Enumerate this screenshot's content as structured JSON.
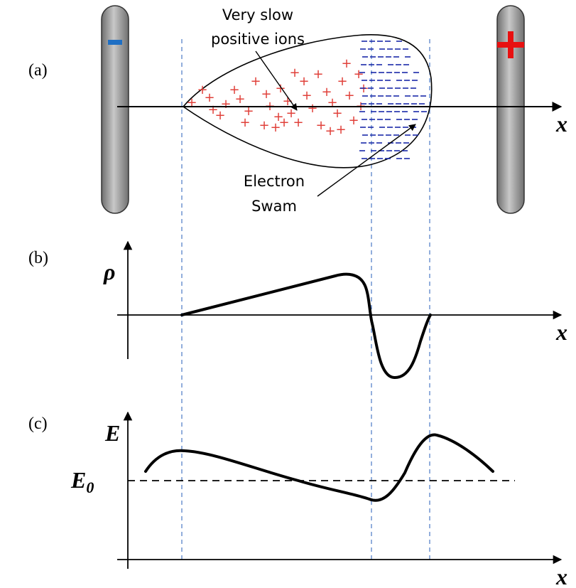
{
  "panels": {
    "a": {
      "label": "(a)",
      "axis_label": "x",
      "annotation_ions": [
        "Very slow",
        "positive ions"
      ],
      "annotation_electrons": [
        "Electron",
        "Swam"
      ],
      "cathode_sign": "-",
      "anode_sign": "+"
    },
    "b": {
      "label": "(b)",
      "y_label": "ρ",
      "axis_label": "x"
    },
    "c": {
      "label": "(c)",
      "y_label": "E",
      "reference_label_main": "E",
      "reference_label_sub": "0",
      "axis_label": "x"
    }
  },
  "colors": {
    "plus": "#e0403a",
    "minus": "#1a2aa8",
    "cathode_mark": "#1f6fc4",
    "anode_mark": "#e81010",
    "guide_line": "#4a78c4",
    "curve": "#000000"
  }
}
